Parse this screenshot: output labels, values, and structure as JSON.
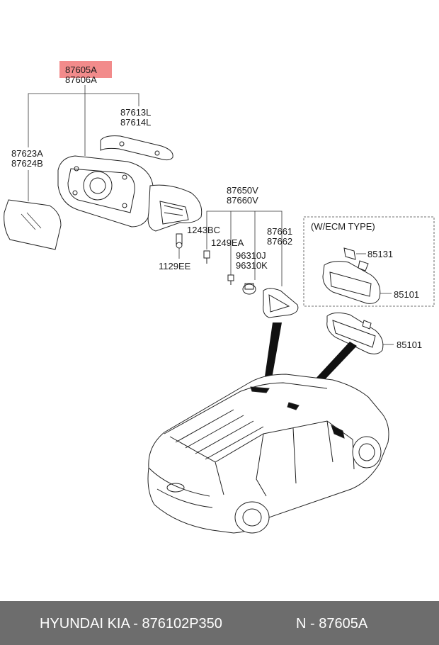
{
  "labels": {
    "p87605A": "87605A",
    "p87606A": "87606A",
    "p87613L": "87613L",
    "p87614L": "87614L",
    "p87623A": "87623A",
    "p87624B": "87624B",
    "p87650V": "87650V",
    "p87660V": "87660V",
    "p1243BC": "1243BC",
    "p87661": "87661",
    "p87662": "87662",
    "p1249EA": "1249EA",
    "p96310J": "96310J",
    "p96310K": "96310K",
    "p1129EE": "1129EE",
    "ecm_type": "(W/ECM TYPE)",
    "p85131": "85131",
    "p85101_a": "85101",
    "p85101_b": "85101"
  },
  "footer": {
    "brand": "HYUNDAI  KIA - 876102P350",
    "ref": "N - 87605A"
  },
  "colors": {
    "highlight": "#f28b8b",
    "footer_bg": "#6d6d6d"
  }
}
